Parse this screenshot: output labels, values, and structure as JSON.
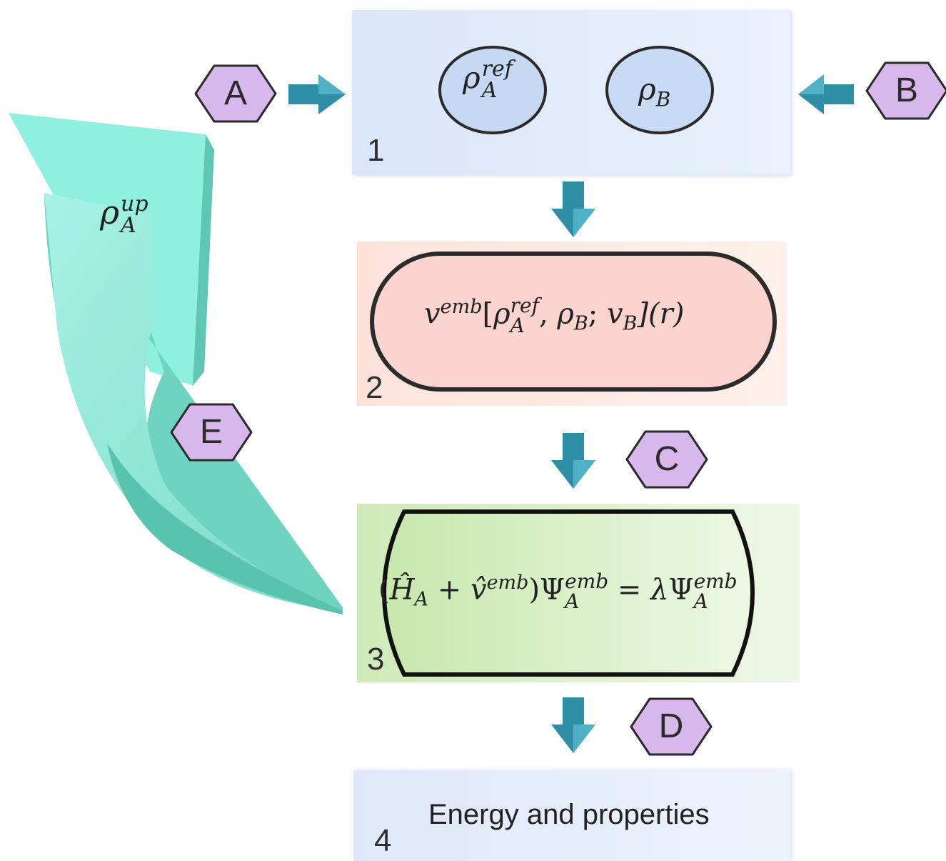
{
  "steps": {
    "s1": {
      "number": "1"
    },
    "s2": {
      "number": "2"
    },
    "s3": {
      "number": "3"
    },
    "s4": {
      "number": "4",
      "text": "Energy and properties"
    }
  },
  "badges": {
    "a": "A",
    "b": "B",
    "c": "C",
    "d": "D",
    "e": "E"
  },
  "math": {
    "rho": "ρ",
    "ref": "ref",
    "A": "A",
    "B": "B",
    "up": "up",
    "v": "v",
    "emb": "emb",
    "eq2_open": "[",
    "eq2_sep": ",",
    "eq2_semi": ";",
    "eq2_close": "](r)",
    "eq3_left": "(",
    "H": "Ĥ",
    "plus": "+",
    "vhat": "v̂",
    "rparen": ")",
    "Psi": "Ψ",
    "equals": "=",
    "lambda": "λ"
  },
  "colors": {
    "panel1": "#e3ecfb",
    "panel2": "#fde6df",
    "panel3": "#dcefcb",
    "panel4": "#e4ecfa",
    "badge": "#d8b8ec",
    "arrow": "#2e8ea6",
    "loop": "#7fd9c8"
  }
}
